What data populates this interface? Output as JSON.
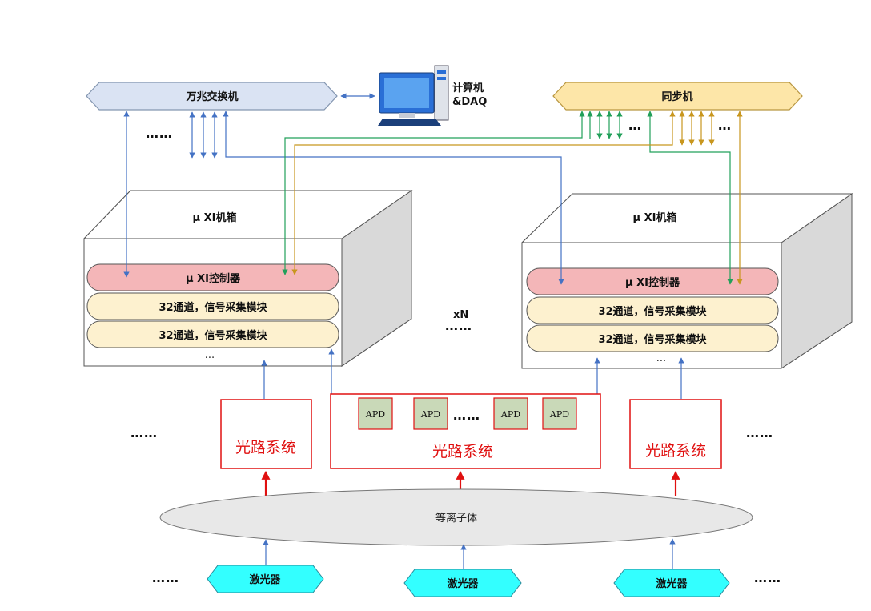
{
  "switch": {
    "label": "万兆交换机"
  },
  "computer": {
    "line1": "计算机",
    "line2": "&DAQ",
    "icon": "computer-icon"
  },
  "sync": {
    "label": "同步机"
  },
  "crates": [
    {
      "title": "μ XI机箱",
      "controller": "μ XI控制器",
      "module1": "32通道，信号采集模块",
      "module2": "32通道，信号采集模块",
      "more": "..."
    },
    {
      "title": "μ XI机箱",
      "controller": "μ XI控制器",
      "module1": "32通道，信号采集模块",
      "module2": "32通道，信号采集模块",
      "more": "..."
    }
  ],
  "multiplier": "xN",
  "optics": [
    {
      "label": "光路系统"
    },
    {
      "label": "光路系统",
      "apds": [
        "APD",
        "APD",
        "APD",
        "APD"
      ]
    },
    {
      "label": "光路系统"
    }
  ],
  "plasma": {
    "label": "等离子体"
  },
  "lasers": [
    {
      "label": "激光器"
    },
    {
      "label": "激光器"
    },
    {
      "label": "激光器"
    }
  ],
  "ellipses": {
    "switch": "……",
    "sync_green": "…",
    "sync_gold": "…",
    "between_crates": "……",
    "apd_row": "……",
    "optics_left": "……",
    "optics_right": "……",
    "lasers_left": "……",
    "lasers_right": "……"
  },
  "colors": {
    "switch_fill": "#dae3f3",
    "sync_fill": "#fde6a8",
    "controller_fill": "#f4b6b8",
    "module_fill": "#fdf1cf",
    "laser_fill": "#33ffff",
    "red": "#e01010",
    "blue_link": "#4472c4",
    "green_link": "#22a05a",
    "gold_link": "#c8961e"
  }
}
